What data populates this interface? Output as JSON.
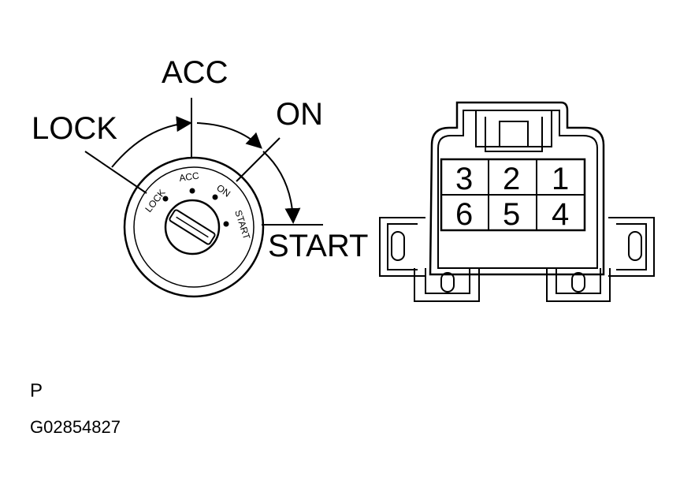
{
  "switch": {
    "outer_labels": {
      "lock": "LOCK",
      "acc": "ACC",
      "on": "ON",
      "start": "START"
    },
    "face_labels": {
      "lock": "LOCK",
      "acc": "ACC",
      "on": "ON",
      "start": "START"
    }
  },
  "connector": {
    "pins_top": [
      "3",
      "2",
      "1"
    ],
    "pins_bottom": [
      "6",
      "5",
      "4"
    ]
  },
  "footer": {
    "view_letter": "P",
    "figure_code": "G02854827"
  },
  "colors": {
    "line": "#000000",
    "background": "#ffffff"
  }
}
